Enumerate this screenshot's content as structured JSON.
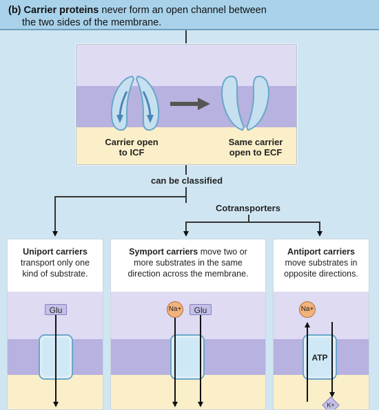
{
  "header": {
    "label": "(b)",
    "bold": "Carrier proteins",
    "rest": "never form an open channel between",
    "line2": "the two sides of the membrane."
  },
  "carrier_panel": {
    "left_caption": [
      "Carrier open",
      "to ICF"
    ],
    "right_caption": [
      "Same carrier",
      "open to ECF"
    ]
  },
  "classify_text": "can be classified",
  "cotransporters_text": "Cotransporters",
  "boxes": [
    {
      "title": "Uniport carriers",
      "desc": [
        "transport only one",
        "kind of substrate."
      ],
      "substrates": [
        "Glu"
      ]
    },
    {
      "title": "Symport carriers",
      "title_rest": "move two or",
      "desc": [
        "more substrates in the same",
        "direction across the membrane."
      ],
      "substrates": [
        "Na+",
        "Glu"
      ]
    },
    {
      "title": "Antiport carriers",
      "desc": [
        "move substrates in",
        "opposite directions."
      ],
      "substrates": [
        "Na+",
        "K+"
      ],
      "energy": "ATP"
    }
  ],
  "colors": {
    "ecf": "#dedbf3",
    "membrane": "#b7b2df",
    "icf": "#fbefc9",
    "header": "#a9d2ea",
    "background": "#cfe6f2"
  }
}
